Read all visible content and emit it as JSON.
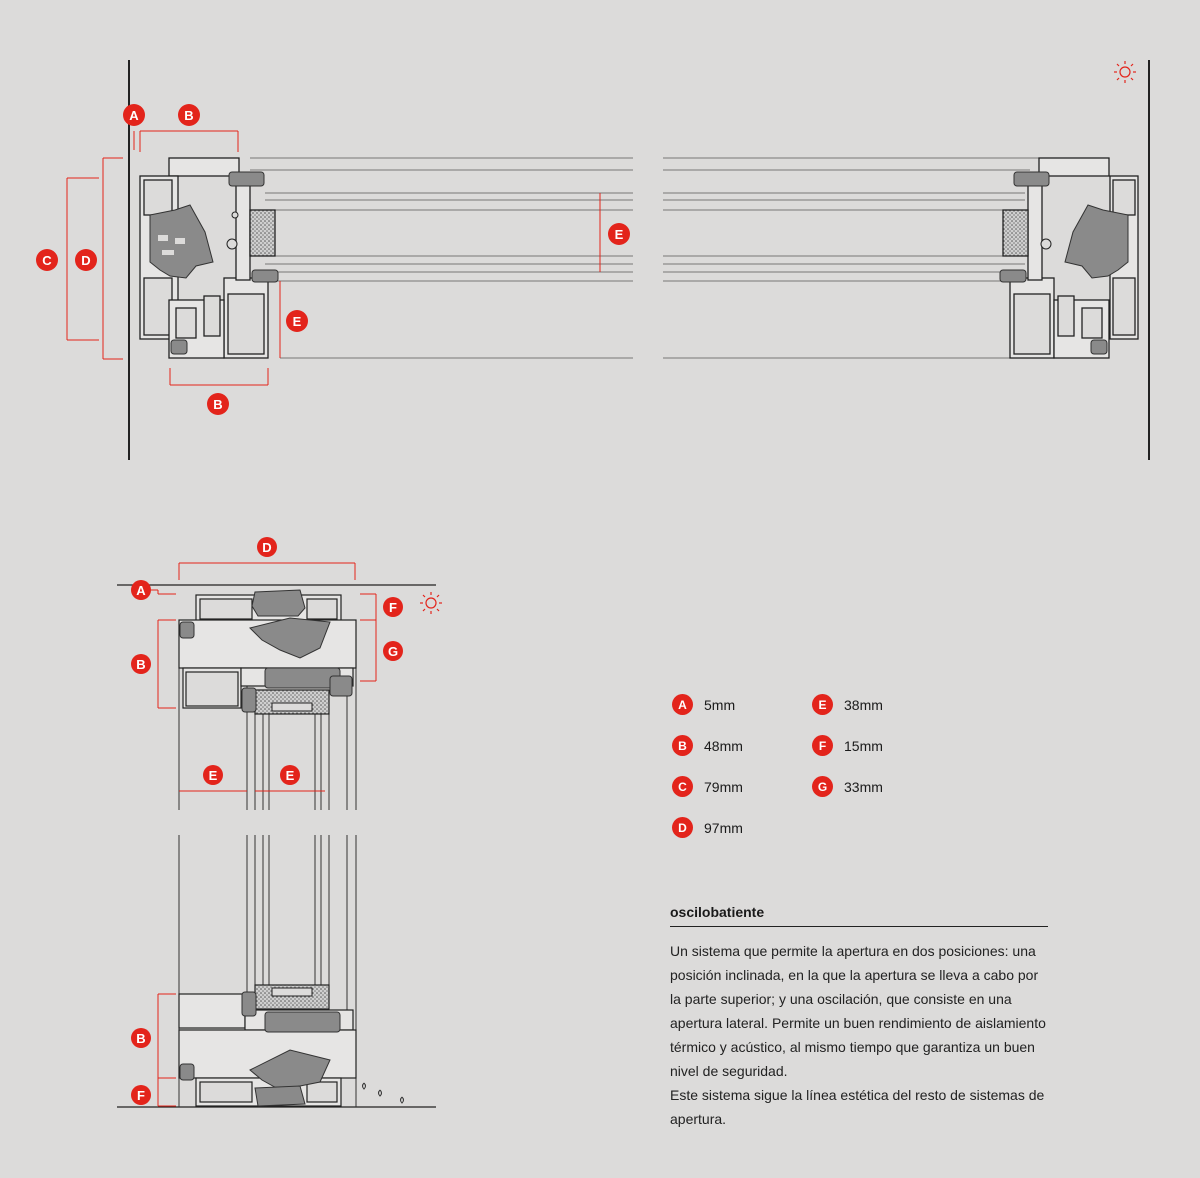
{
  "labels": {
    "A": "A",
    "B": "B",
    "C": "C",
    "D": "D",
    "E": "E",
    "F": "F",
    "G": "G"
  },
  "legend": [
    {
      "letter": "A",
      "value": "5mm"
    },
    {
      "letter": "E",
      "value": "38mm"
    },
    {
      "letter": "B",
      "value": "48mm"
    },
    {
      "letter": "F",
      "value": "15mm"
    },
    {
      "letter": "C",
      "value": "79mm"
    },
    {
      "letter": "G",
      "value": "33mm"
    },
    {
      "letter": "D",
      "value": "97mm"
    }
  ],
  "description": {
    "title": "oscilobatiente",
    "paragraph1": "Un sistema que permite la apertura en dos posiciones: una posición inclinada, en la que la apertura se lleva a cabo por la parte superior; y una oscilación, que consiste en una apertura lateral. Permite un buen rendimiento de aislamiento térmico y acústico, al mismo tiempo que garantiza un buen nivel de seguridad.",
    "paragraph2": "Este sistema sigue la línea estética del resto de sistemas de apertura."
  },
  "colors": {
    "background": "#dcdbda",
    "accent": "#e3241b",
    "line": "#2a2a2a",
    "profile_fill": "#e6e5e4",
    "gasket": "#8a8a8a"
  },
  "icons": [
    "sun-icon"
  ]
}
